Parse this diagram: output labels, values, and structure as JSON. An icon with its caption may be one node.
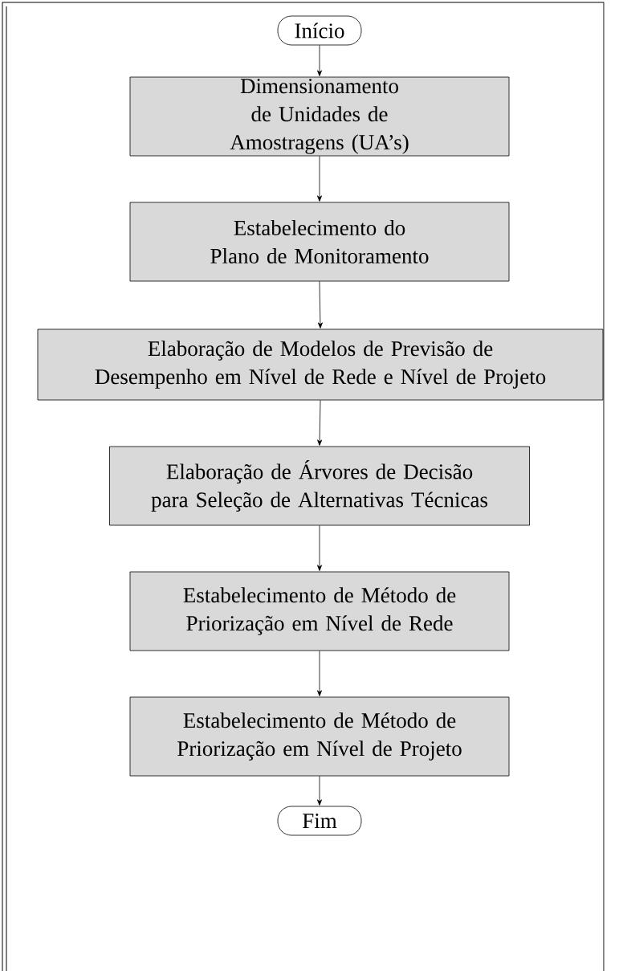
{
  "diagram": {
    "nodes": [
      {
        "text": [
          "Início"
        ]
      },
      {
        "text": [
          "Dimensionamento de Unidades de Amostragens (UA’s)"
        ]
      },
      {
        "text": [
          "Estabelecimento do Plano de Monitoramento"
        ]
      },
      {
        "text": [
          "Elaboração de Modelos de Previsão de Desempenho em Nível de Rede e Nível de Projeto"
        ]
      },
      {
        "text": [
          "Elaboração de Árvores de Decisão para Seleção de Alternativas Técnicas"
        ]
      },
      {
        "text": [
          "Estabelecimento de Método de Priorização em Nível de Rede"
        ]
      },
      {
        "text": [
          "Estabelecimento de Método de Priorização em Nível de Projeto"
        ]
      },
      {
        "text": [
          "Fim"
        ]
      }
    ],
    "edges": [
      {
        "from": 0,
        "to": 1,
        "arrow": "to"
      },
      {
        "from": 1,
        "to": 2,
        "arrow": "to"
      },
      {
        "from": 2,
        "to": 3,
        "arrow": "to"
      },
      {
        "from": 3,
        "to": 4,
        "arrow": "to"
      },
      {
        "from": 4,
        "to": 5,
        "arrow": "to"
      },
      {
        "from": 5,
        "to": 6,
        "arrow": "to"
      },
      {
        "from": 6,
        "to": 7,
        "arrow": "to"
      }
    ]
  }
}
